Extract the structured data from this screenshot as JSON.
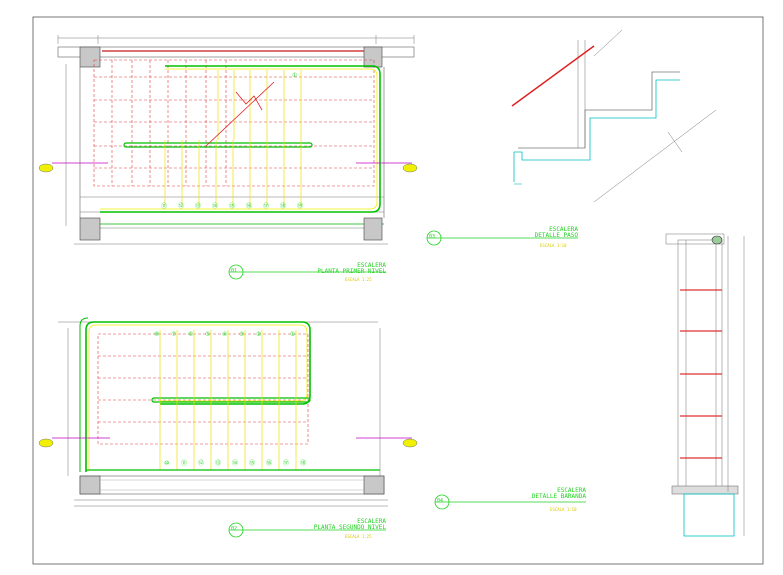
{
  "sheet": {
    "frame_color": "#555555",
    "colors": {
      "wall": "#8c8c8c",
      "grid_dashed": "#e04040",
      "railing_outer": "#00c000",
      "railing_inner": "#f0f000",
      "step_lines": "#f0e000",
      "dim": "#6c6c6c",
      "label_green": "#1fd31f",
      "label_yellow": "#d8c800",
      "axis_magenta": "#c000c0"
    }
  },
  "views": {
    "plan1": {
      "number": "01",
      "title_line1": "ESCALERA",
      "title_line2": "PLANTA PRIMER NIVEL",
      "scale": "ESCALA 1:25",
      "step_marks": [
        "⑪",
        "⑫",
        "⑬",
        "⑭",
        "⑮",
        "⑯",
        "⑰",
        "⑱",
        "⑲"
      ],
      "top_mark": "①"
    },
    "plan2": {
      "number": "02",
      "title_line1": "ESCALERA",
      "title_line2": "PLANTA SEGUNDO NIVEL",
      "scale": "ESCALA 1:25",
      "top_marks": [
        "⑧",
        "⑦",
        "⑥",
        "⑤",
        "④",
        "③",
        "②",
        "①"
      ],
      "bottom_marks": [
        "⑩",
        "⑪",
        "⑫",
        "⑬",
        "⑭",
        "⑮",
        "⑯",
        "⑰",
        "⑱"
      ]
    },
    "detail_step": {
      "number": "03",
      "title_line1": "ESCALERA",
      "title_line2": "DETALLE PASO",
      "scale": "ESCALA 1:10"
    },
    "detail_railing": {
      "number": "04",
      "title_line1": "ESCALERA",
      "title_line2": "DETALLE BARANDA",
      "scale": "ESCALA 1:10"
    }
  }
}
